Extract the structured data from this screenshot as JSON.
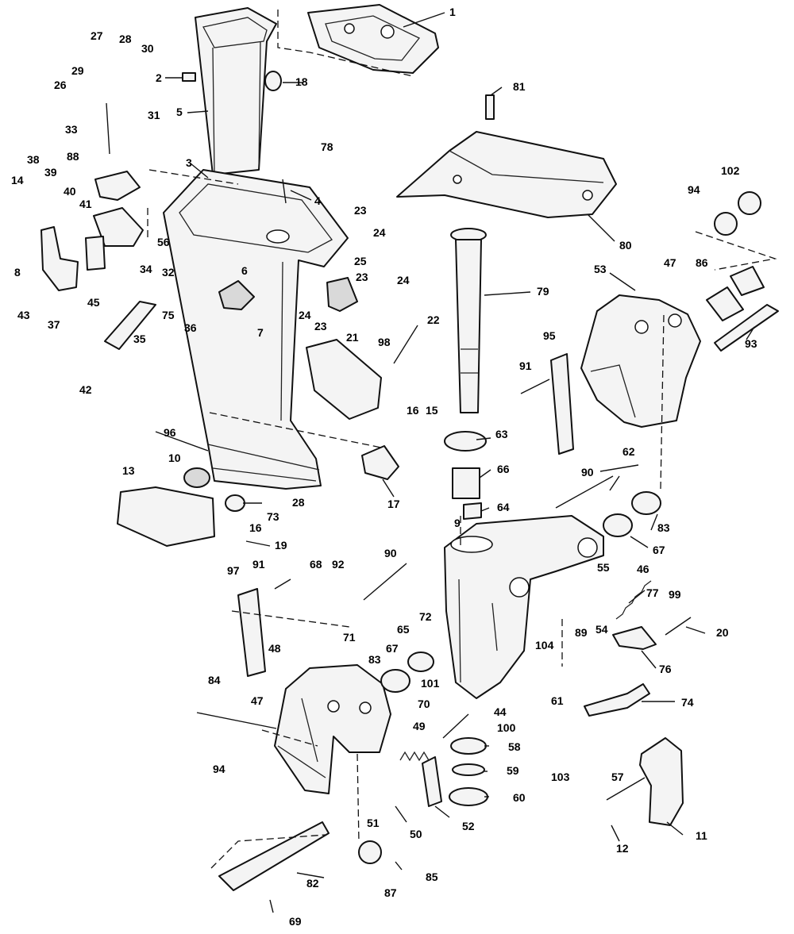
{
  "diagram": {
    "callouts": [
      {
        "label": "1"
      },
      {
        "label": "2"
      },
      {
        "label": "3"
      },
      {
        "label": "4"
      },
      {
        "label": "5"
      },
      {
        "label": "6"
      },
      {
        "label": "7"
      },
      {
        "label": "8"
      },
      {
        "label": "9"
      },
      {
        "label": "10"
      },
      {
        "label": "11"
      },
      {
        "label": "12"
      },
      {
        "label": "13"
      },
      {
        "label": "14"
      },
      {
        "label": "15"
      },
      {
        "label": "16"
      },
      {
        "label": "16"
      },
      {
        "label": "17"
      },
      {
        "label": "18"
      },
      {
        "label": "19"
      },
      {
        "label": "20"
      },
      {
        "label": "21"
      },
      {
        "label": "22"
      },
      {
        "label": "23"
      },
      {
        "label": "23"
      },
      {
        "label": "23"
      },
      {
        "label": "24"
      },
      {
        "label": "24"
      },
      {
        "label": "24"
      },
      {
        "label": "25"
      },
      {
        "label": "26"
      },
      {
        "label": "27"
      },
      {
        "label": "28"
      },
      {
        "label": "28"
      },
      {
        "label": "29"
      },
      {
        "label": "30"
      },
      {
        "label": "31"
      },
      {
        "label": "32"
      },
      {
        "label": "33"
      },
      {
        "label": "34"
      },
      {
        "label": "35"
      },
      {
        "label": "36"
      },
      {
        "label": "37"
      },
      {
        "label": "38"
      },
      {
        "label": "39"
      },
      {
        "label": "40"
      },
      {
        "label": "41"
      },
      {
        "label": "42"
      },
      {
        "label": "43"
      },
      {
        "label": "44"
      },
      {
        "label": "45"
      },
      {
        "label": "46"
      },
      {
        "label": "47"
      },
      {
        "label": "47"
      },
      {
        "label": "48"
      },
      {
        "label": "49"
      },
      {
        "label": "50"
      },
      {
        "label": "51"
      },
      {
        "label": "52"
      },
      {
        "label": "53"
      },
      {
        "label": "54"
      },
      {
        "label": "55"
      },
      {
        "label": "56"
      },
      {
        "label": "57"
      },
      {
        "label": "58"
      },
      {
        "label": "59"
      },
      {
        "label": "60"
      },
      {
        "label": "61"
      },
      {
        "label": "62"
      },
      {
        "label": "63"
      },
      {
        "label": "64"
      },
      {
        "label": "65"
      },
      {
        "label": "66"
      },
      {
        "label": "67"
      },
      {
        "label": "67"
      },
      {
        "label": "68"
      },
      {
        "label": "69"
      },
      {
        "label": "70"
      },
      {
        "label": "71"
      },
      {
        "label": "72"
      },
      {
        "label": "73"
      },
      {
        "label": "74"
      },
      {
        "label": "75"
      },
      {
        "label": "76"
      },
      {
        "label": "77"
      },
      {
        "label": "78"
      },
      {
        "label": "79"
      },
      {
        "label": "80"
      },
      {
        "label": "81"
      },
      {
        "label": "82"
      },
      {
        "label": "83"
      },
      {
        "label": "83"
      },
      {
        "label": "84"
      },
      {
        "label": "85"
      },
      {
        "label": "86"
      },
      {
        "label": "87"
      },
      {
        "label": "88"
      },
      {
        "label": "89"
      },
      {
        "label": "90"
      },
      {
        "label": "90"
      },
      {
        "label": "91"
      },
      {
        "label": "91"
      },
      {
        "label": "92"
      },
      {
        "label": "93"
      },
      {
        "label": "94"
      },
      {
        "label": "94"
      },
      {
        "label": "95"
      },
      {
        "label": "96"
      },
      {
        "label": "97"
      },
      {
        "label": "98"
      },
      {
        "label": "99"
      },
      {
        "label": "100"
      },
      {
        "label": "101"
      },
      {
        "label": "102"
      },
      {
        "label": "103"
      },
      {
        "label": "104"
      }
    ]
  }
}
